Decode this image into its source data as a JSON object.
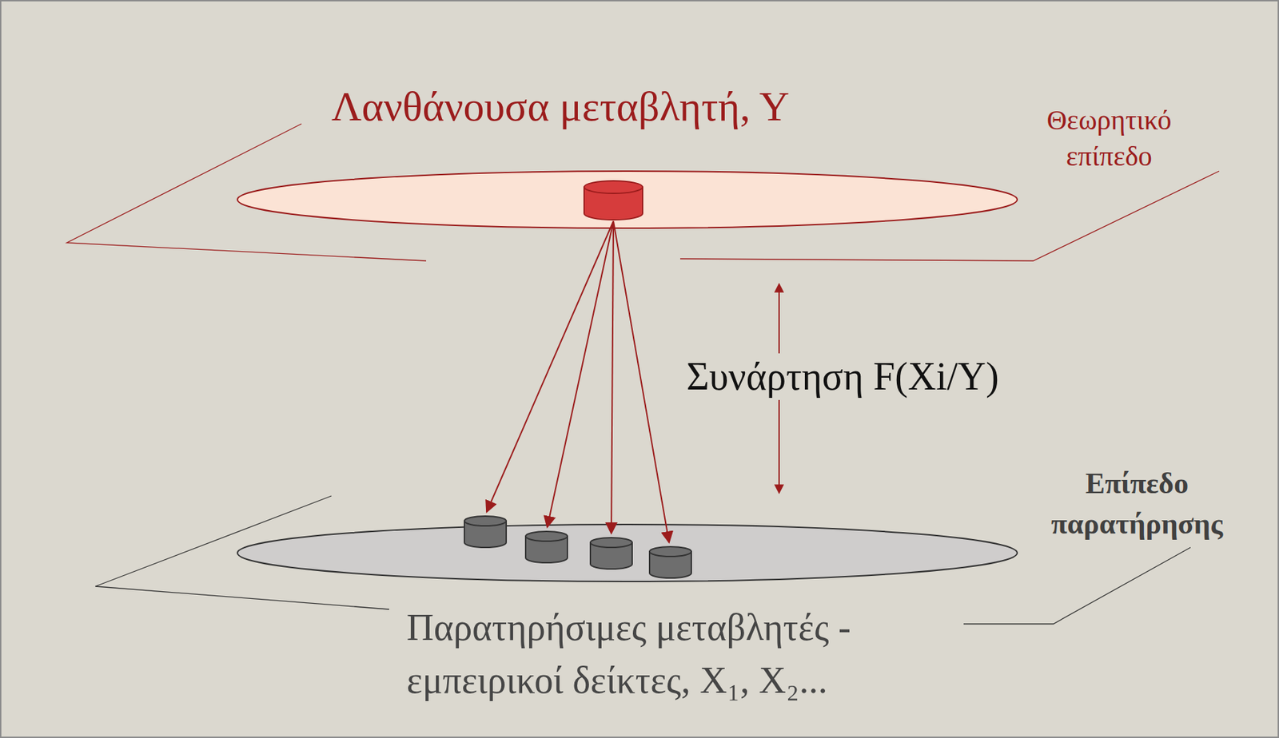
{
  "diagram": {
    "nodes": [
      {
        "text": [
          "Λανθάνουσα μεταβλητή, Υ",
          "Θεωρητικό επίπεδο"
        ]
      },
      {
        "text": [
          "Επίπεδο παρατήρησης",
          "Παρατηρήσιμες μεταβλητές - εμπειρικοί δείκτες, X₁, X₂..."
        ]
      }
    ],
    "edges": [
      {
        "from": 0,
        "to": 1,
        "arrow": "both",
        "label": "Συνάρτηση F(Xi/Y)"
      }
    ]
  }
}
